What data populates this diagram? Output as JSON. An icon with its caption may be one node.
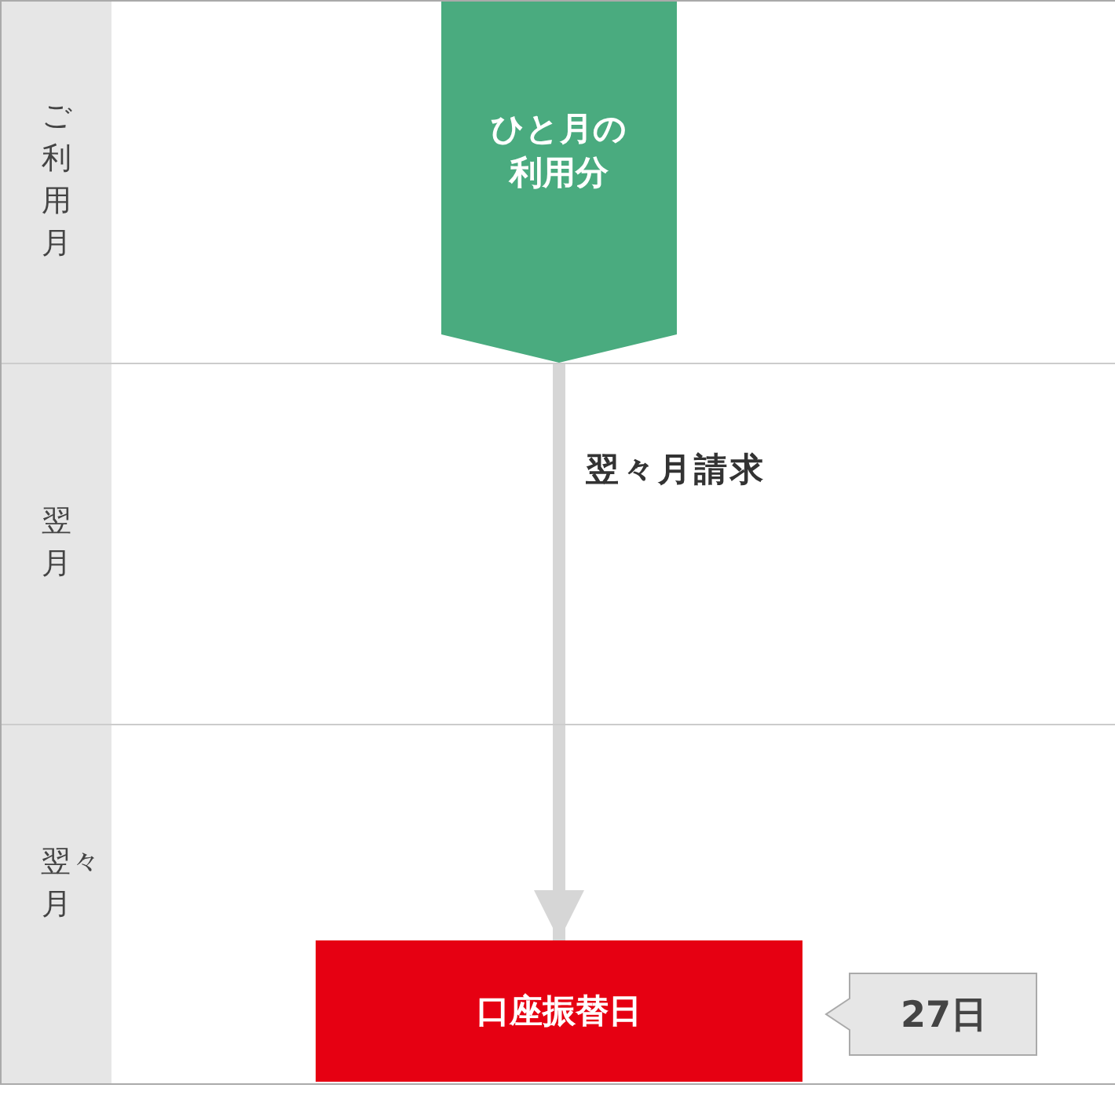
{
  "diagram": {
    "nodes": [
      {
        "text": [
          "ひと月の利用分"
        ]
      },
      {
        "text": [
          "口座振替日"
        ]
      },
      {
        "text": [
          "27日"
        ]
      }
    ],
    "edges": [
      {
        "from": 0,
        "to": 1,
        "arrow": "to",
        "label": "翌々月請求"
      }
    ],
    "labels": [
      "ご利用月",
      "翌月",
      "翌々月"
    ]
  }
}
